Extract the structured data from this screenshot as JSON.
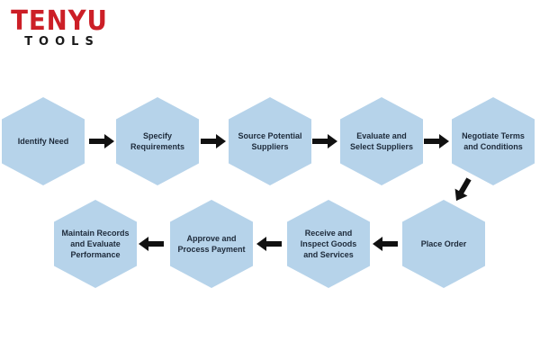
{
  "logo": {
    "brand": "TENYU",
    "sub": "TOOLS"
  },
  "colors": {
    "hex_fill": "#b6d3ea",
    "arrow": "#111111",
    "brand_red": "#cc1f27"
  },
  "steps": [
    {
      "label": "Identify Need"
    },
    {
      "label": "Specify Requirements"
    },
    {
      "label": "Source Potential Suppliers"
    },
    {
      "label": "Evaluate and Select Suppliers"
    },
    {
      "label": "Negotiate Terms and Conditions"
    },
    {
      "label": "Place Order"
    },
    {
      "label": "Receive and Inspect Goods and Services"
    },
    {
      "label": "Approve and Process Payment"
    },
    {
      "label": "Maintain Records and Evaluate Performance"
    }
  ]
}
